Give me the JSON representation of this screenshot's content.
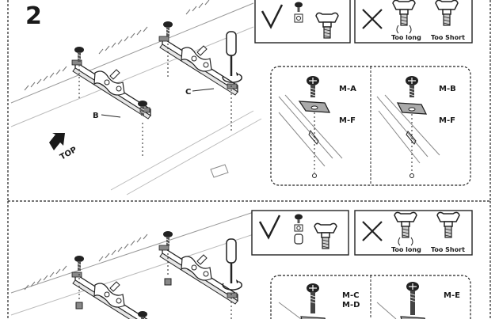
{
  "step": {
    "number": "2"
  },
  "top_panel": {
    "labels": {
      "b": "B",
      "c": "C",
      "top": "TOP"
    },
    "check_box": {},
    "cross_box": {
      "too_long": "Too long",
      "too_short": "Too Short"
    },
    "detail": {
      "left": {
        "screw": "M-A",
        "plate": "M-F"
      },
      "right": {
        "screw": "M-B",
        "plate": "M-F"
      }
    }
  },
  "bottom_panel": {
    "cross_box": {
      "too_long": "Too long",
      "too_short": "Too Short"
    },
    "detail": {
      "left": {
        "screw_a": "M-C",
        "screw_b": "M-D"
      },
      "right": {
        "screw": "M-E"
      }
    }
  }
}
